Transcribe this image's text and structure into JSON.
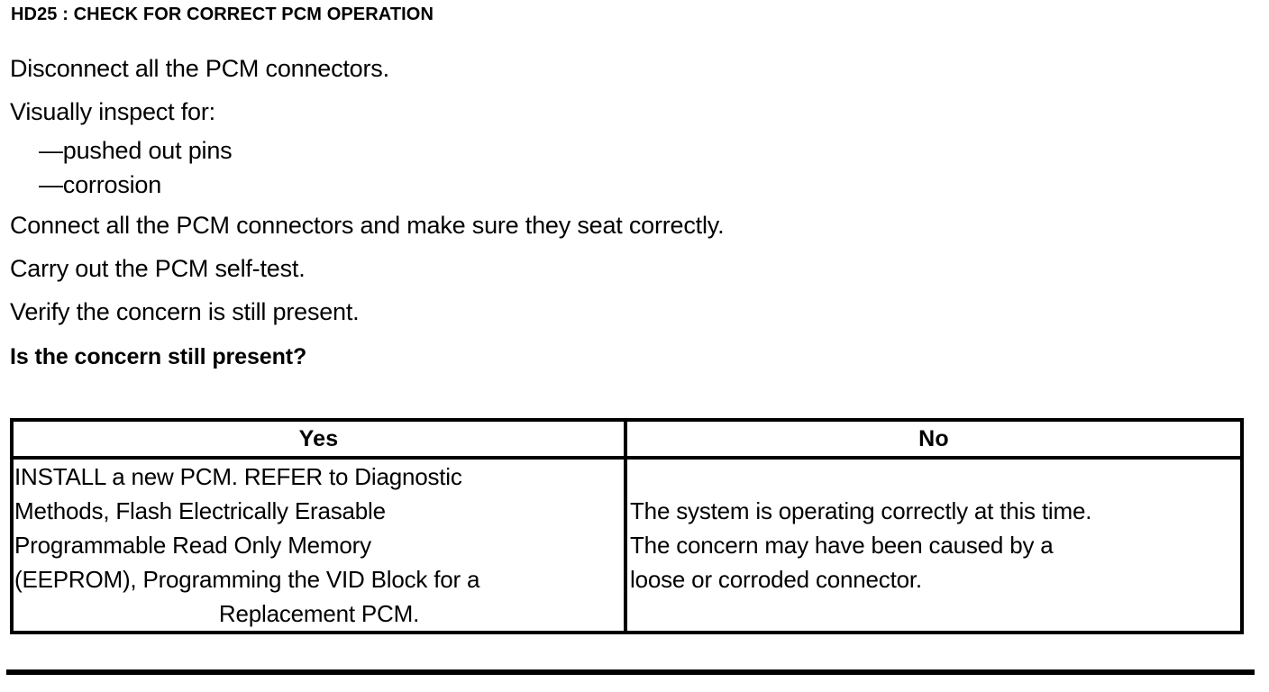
{
  "step": {
    "id": "HD25",
    "title": "HD25 : CHECK FOR CORRECT PCM OPERATION"
  },
  "instructions": {
    "lines": [
      "Disconnect all the PCM connectors.",
      "Visually inspect for:",
      "—pushed out pins",
      "—corrosion",
      "Connect all the PCM connectors and make sure they seat correctly.",
      "Carry out the PCM self-test.",
      "Verify the concern is still present."
    ],
    "line1": "Disconnect all the PCM connectors.",
    "line2": "Visually inspect for:",
    "bullet1": "—pushed out pins",
    "bullet2": "—corrosion",
    "line3": "Connect all the PCM connectors and make sure they seat correctly.",
    "line4": "Carry out the PCM self-test.",
    "line5": "Verify the concern is still present.",
    "question": "Is the concern still present?"
  },
  "answer_table": {
    "headers": {
      "yes": "Yes",
      "no": "No"
    },
    "yes_cell": {
      "lines": [
        "INSTALL a new PCM. REFER to Diagnostic",
        "Methods, Flash Electrically Erasable",
        "Programmable Read Only Memory",
        "(EEPROM), Programming the VID Block for a",
        "Replacement PCM."
      ],
      "line1": "INSTALL a new PCM. REFER to Diagnostic",
      "line2": "Methods, Flash Electrically Erasable",
      "line3": "Programmable Read Only Memory",
      "line4": "(EEPROM), Programming the VID Block for a",
      "line5": "Replacement PCM."
    },
    "no_cell": {
      "lines": [
        "The system is operating correctly at this time.",
        "The concern may have been caused by a",
        "loose or corroded connector."
      ],
      "line1": "The system is operating correctly at this time.",
      "line2": "The concern may have been caused by a",
      "line3": "loose or corroded connector."
    }
  },
  "colors": {
    "ink": "#000000",
    "paper": "#ffffff"
  }
}
